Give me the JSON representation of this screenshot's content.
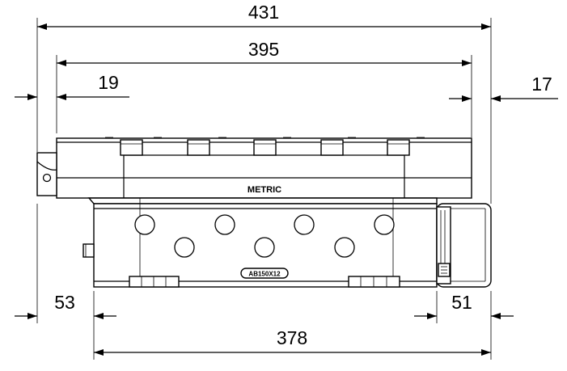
{
  "dimensions": {
    "overall_width": "431",
    "inner_width": "395",
    "left_offset": "19",
    "right_offset": "17",
    "left_bottom_offset": "53",
    "right_bottom_offset": "51",
    "base_width": "378"
  },
  "labels": {
    "metric": "METRIC",
    "plate_code": "AB150X12"
  }
}
